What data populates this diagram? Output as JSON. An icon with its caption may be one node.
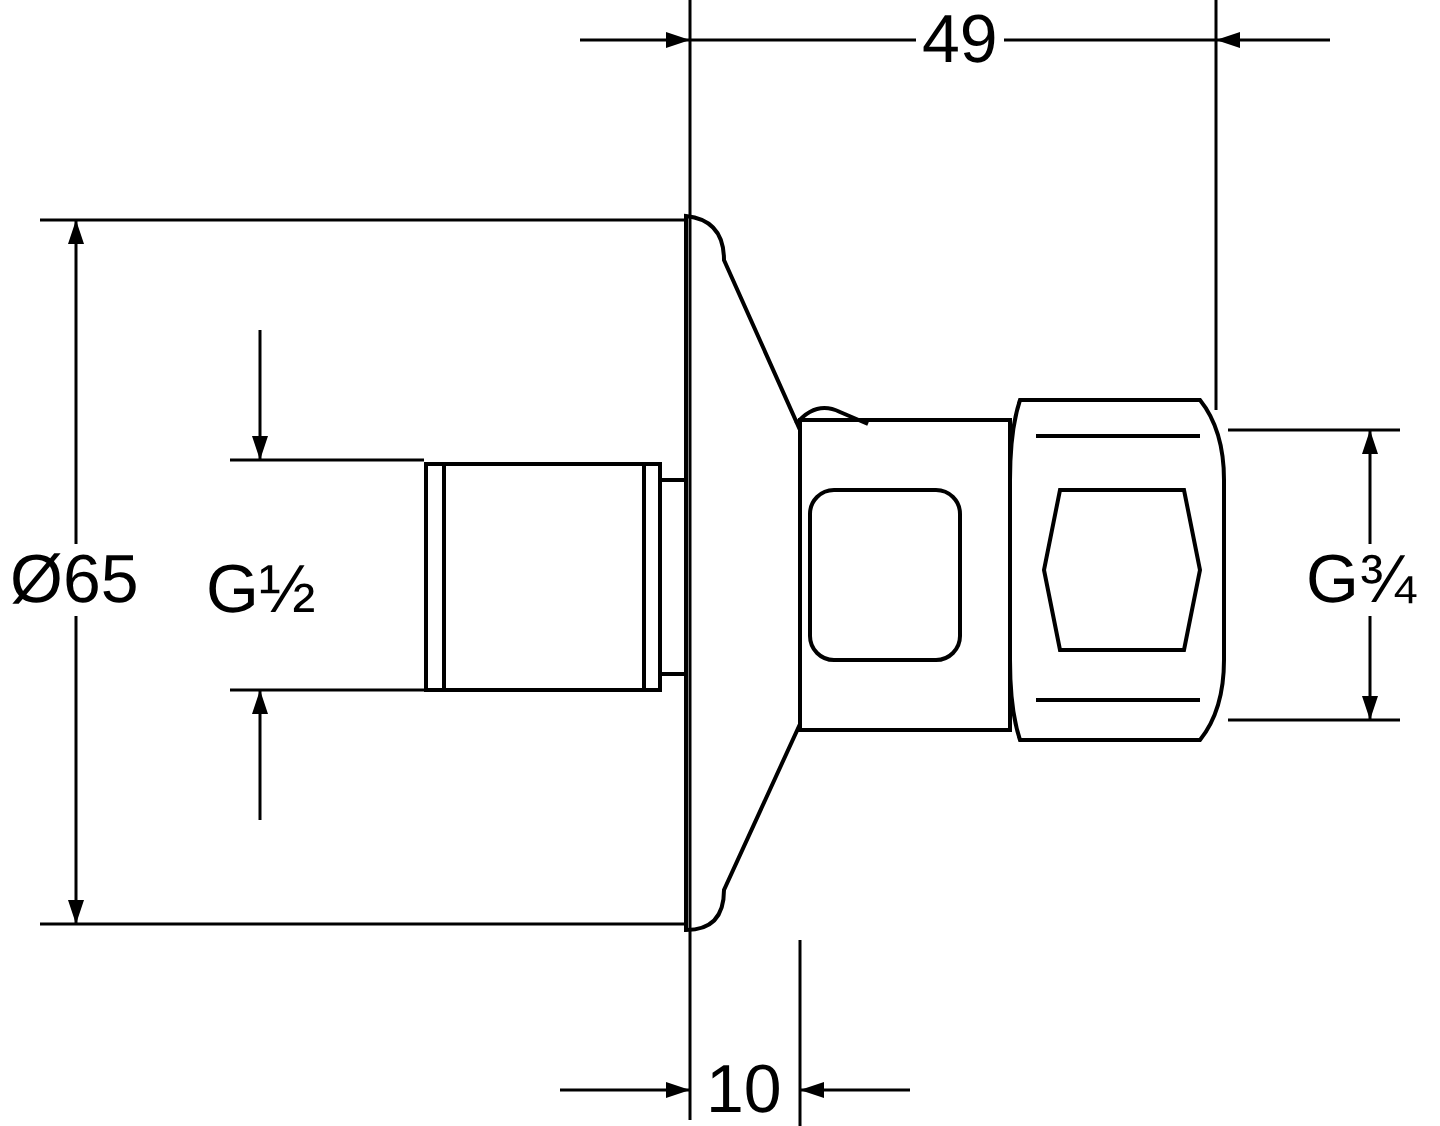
{
  "diagram": {
    "labels": [
      "49",
      "Ø65",
      "G½",
      "G¾",
      "10"
    ]
  }
}
